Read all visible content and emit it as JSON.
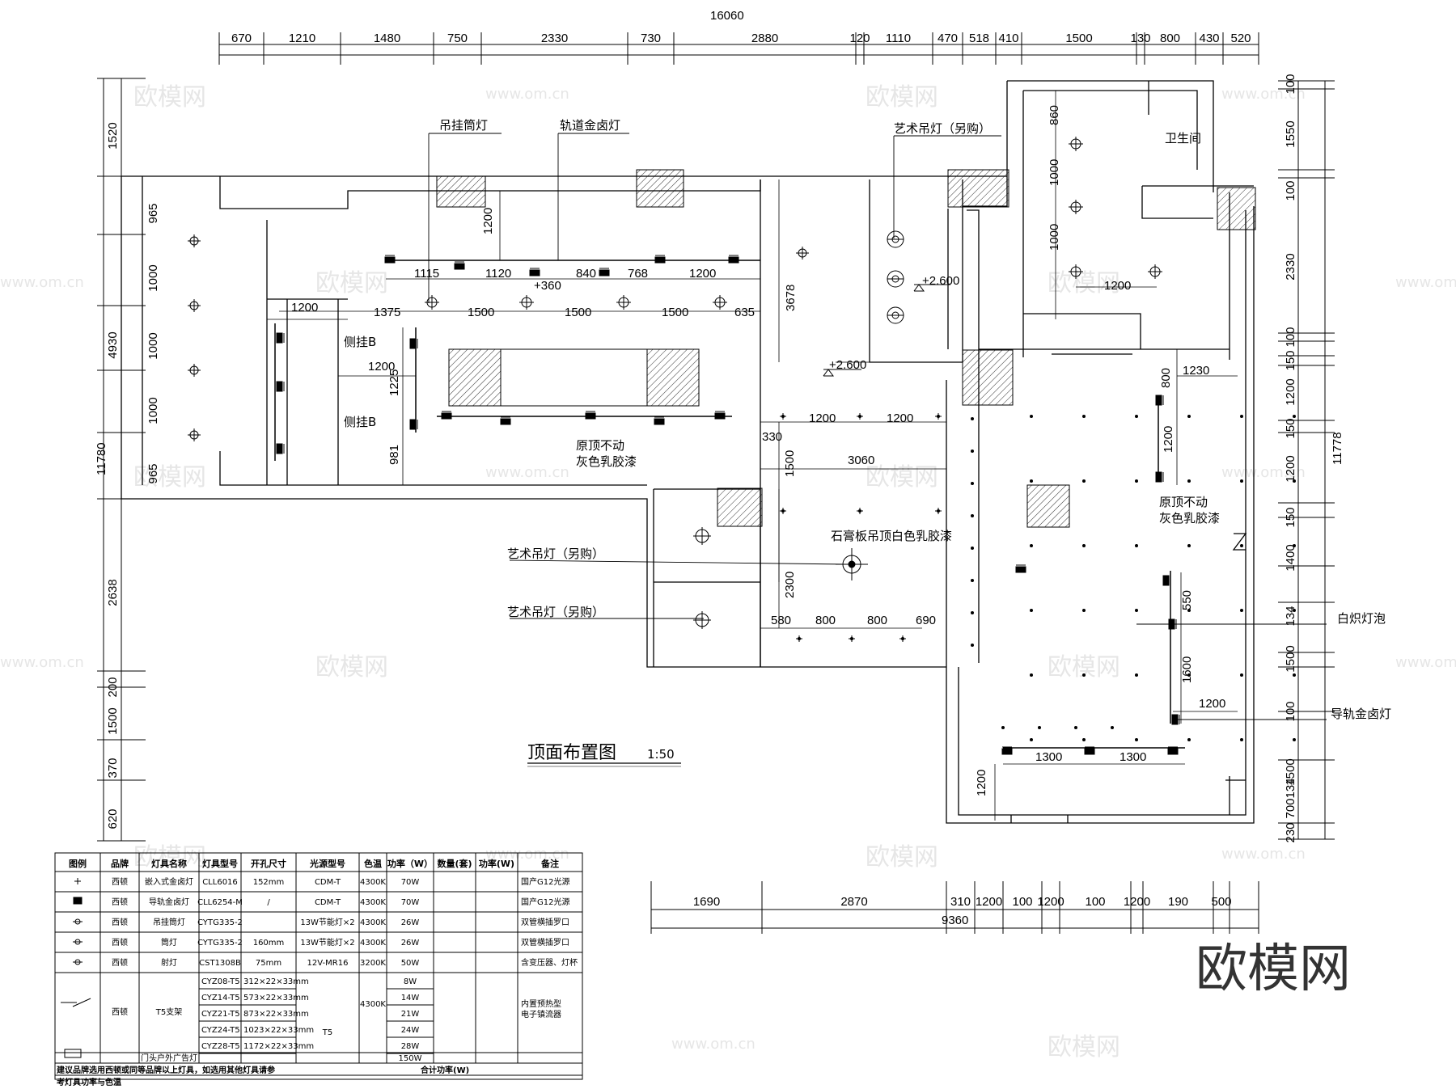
{
  "title": {
    "main": "顶面布置图",
    "scale": "1:50"
  },
  "overall_dims": {
    "top_total": "16060",
    "right_total": "11778",
    "left_total": "11780",
    "bottom_total": "9360"
  },
  "top_dims": [
    "670",
    "1210",
    "1480",
    "750",
    "2330",
    "730",
    "2880",
    "120",
    "1110",
    "470",
    "518",
    "410",
    "1500",
    "130",
    "800",
    "430",
    "520"
  ],
  "left_dims": [
    "1520",
    "965",
    "1000",
    "1000",
    "1000",
    "965",
    "4930",
    "2638",
    "200",
    "1500",
    "370",
    "620"
  ],
  "right_dims": [
    "100",
    "1550",
    "100",
    "2330",
    "100",
    "150",
    "1200",
    "150",
    "1200",
    "150",
    "1400",
    "134",
    "1500",
    "100",
    "1500",
    "134",
    "700",
    "230"
  ],
  "bottom_dims": [
    "1690",
    "2870",
    "310",
    "1200",
    "100",
    "1200",
    "100",
    "1200",
    "190",
    "500"
  ],
  "interior_dims": {
    "d1200a": "1200",
    "d1115": "1115",
    "d1120": "1120",
    "d360": "+360",
    "d840": "840",
    "d768": "768",
    "d1200b": "1200",
    "d1375": "1375",
    "d1500a": "1500",
    "d1500b": "1500",
    "d1500c": "1500",
    "d635": "635",
    "d1200c": "1200",
    "d1200d": "1200",
    "d1225": "1225",
    "d981": "981",
    "d3678": "3678",
    "d1200e": "1200",
    "d1200f": "1200",
    "d330": "330",
    "d1500d": "1500",
    "d3060": "3060",
    "d2300": "2300",
    "d580": "580",
    "d800a": "800",
    "d800b": "800",
    "d690": "690",
    "d860": "860",
    "d1000a": "1000",
    "d1000b": "1000",
    "d1200g": "1200",
    "d800c": "800",
    "d1230": "1230",
    "d1200h": "1200",
    "d550": "550",
    "d1600": "1600",
    "d1200i": "1200",
    "d1300a": "1300",
    "d1300b": "1300",
    "d1200j": "1200",
    "lvl1": "+2.600",
    "lvl2": "+2.600"
  },
  "labels": {
    "pendant_can": "吊挂筒灯",
    "track_halogen": "轨道金卤灯",
    "art_pendant_top": "艺术吊灯（另购）",
    "bathroom": "卫生间",
    "side_hang_1": "侧挂B",
    "side_hang_2": "侧挂B",
    "ceiling_keep_1a": "原顶不动",
    "ceiling_keep_1b": "灰色乳胶漆",
    "gypsum_ceiling": "石膏板吊顶白色乳胶漆",
    "art_pendant_1": "艺术吊灯（另购）",
    "art_pendant_2": "艺术吊灯（另购）",
    "ceiling_keep_2a": "原顶不动",
    "ceiling_keep_2b": "灰色乳胶漆",
    "incandescent": "白炽灯泡",
    "rail_halogen": "导轨金卤灯"
  },
  "legend_table": {
    "headers": [
      "图例",
      "品牌",
      "灯具名称",
      "灯具型号",
      "开孔尺寸",
      "光源型号",
      "色温",
      "功率（W）",
      "数量(套)",
      "功率(W)",
      "备注"
    ],
    "rows": [
      {
        "icon": "recessed-halogen-icon",
        "brand": "西顿",
        "name": "嵌入式金卤灯",
        "model": "CLL6016",
        "hole": "152mm",
        "source": "CDM-T",
        "temp": "4300K",
        "power": "70W",
        "note": "国产G12光源"
      },
      {
        "icon": "track-halogen-icon",
        "brand": "西顿",
        "name": "导轨金卤灯",
        "model": "CLL6254-M",
        "hole": "/",
        "source": "CDM-T",
        "temp": "4300K",
        "power": "70W",
        "note": "国产G12光源"
      },
      {
        "icon": "pendant-can-icon",
        "brand": "西顿",
        "name": "吊挂筒灯",
        "model": "CYTG335-2",
        "hole": "",
        "source": "13W节能灯×2",
        "temp": "4300K",
        "power": "26W",
        "note": "双管横插罗口"
      },
      {
        "icon": "downlight-icon",
        "brand": "西顿",
        "name": "筒灯",
        "model": "CYTG335-2",
        "hole": "160mm",
        "source": "13W节能灯×2",
        "temp": "4300K",
        "power": "26W",
        "note": "双管横插罗口"
      },
      {
        "icon": "spotlight-icon",
        "brand": "西顿",
        "name": "射灯",
        "model": "CST1308B",
        "hole": "75mm",
        "source": "12V-MR16",
        "temp": "3200K",
        "power": "50W",
        "note": "含变压器、灯杯"
      }
    ],
    "t5": {
      "brand": "西顿",
      "name": "T5支架",
      "source": "T5",
      "temp": "4300K",
      "note": "内置预热型电子镇流器",
      "models": [
        "CYZ08-T5",
        "CYZ14-T5",
        "CYZ21-T5",
        "CYZ24-T5",
        "CYZ28-T5"
      ],
      "sizes": [
        "312×22×33mm",
        "573×22×33mm",
        "873×22×33mm",
        "1023×22×33mm",
        "1172×22×33mm"
      ],
      "powers": [
        "8W",
        "14W",
        "21W",
        "24W",
        "28W"
      ]
    },
    "sign_row": {
      "name": "门头户外广告灯",
      "power": "150W"
    },
    "footer_left": "建议品牌选用西顿或同等品牌以上灯具，如选用其他灯具请参",
    "footer_left2": "考灯具功率与色温",
    "footer_total": "合计功率(W)"
  },
  "watermark": {
    "brand": "欧模网",
    "url": "www.om.cn",
    "logo": "欧模网"
  }
}
